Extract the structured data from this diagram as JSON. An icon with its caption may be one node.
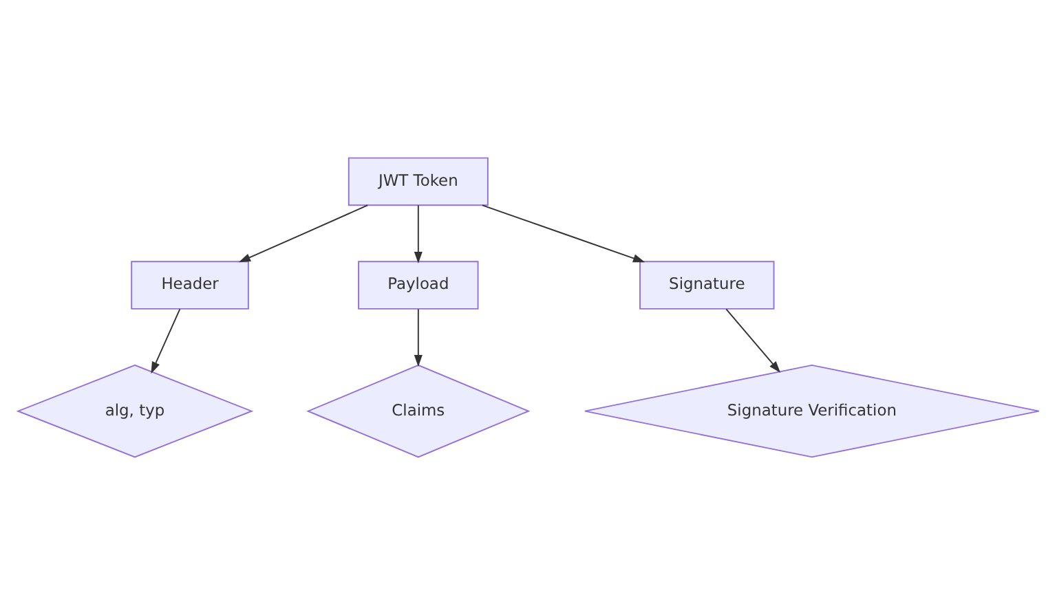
{
  "diagram": {
    "nodes": [
      {
        "text": [
          "JWT Token"
        ]
      },
      {
        "text": [
          "Header"
        ]
      },
      {
        "text": [
          "Payload"
        ]
      },
      {
        "text": [
          "Signature"
        ]
      },
      {
        "text": [
          "alg, typ"
        ]
      },
      {
        "text": [
          "Claims"
        ]
      },
      {
        "text": [
          "Signature Verification"
        ]
      }
    ],
    "edges": [
      {
        "from": 0,
        "to": 1,
        "arrow": "to"
      },
      {
        "from": 0,
        "to": 2,
        "arrow": "to"
      },
      {
        "from": 0,
        "to": 3,
        "arrow": "to"
      },
      {
        "from": 1,
        "to": 4,
        "arrow": "to"
      },
      {
        "from": 2,
        "to": 5,
        "arrow": "to"
      },
      {
        "from": 3,
        "to": 6,
        "arrow": "to"
      }
    ]
  }
}
